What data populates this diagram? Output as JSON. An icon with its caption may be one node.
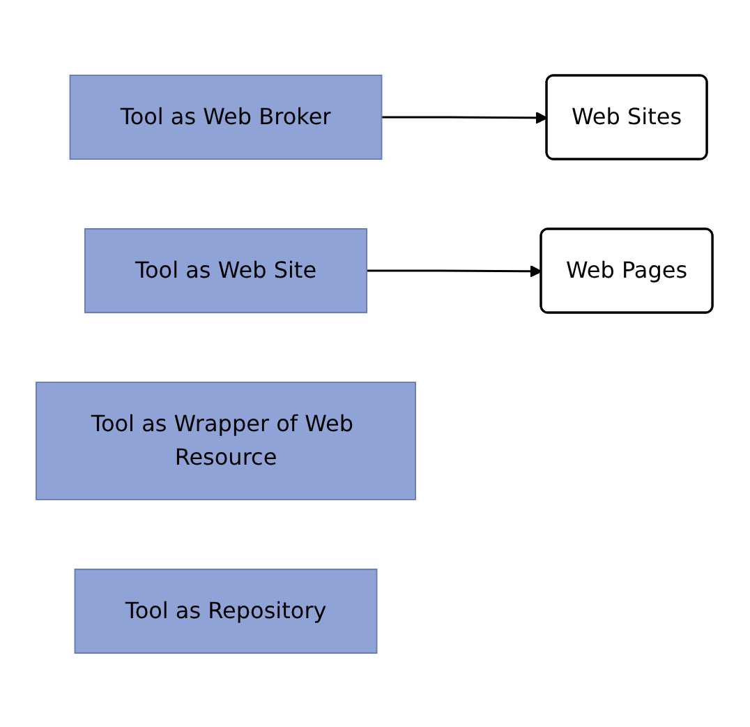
{
  "diagram": {
    "nodes": [
      {
        "text": [
          "Tool as Web Broker"
        ]
      },
      {
        "text": [
          "Web Sites"
        ]
      },
      {
        "text": [
          "Tool as Web Site"
        ]
      },
      {
        "text": [
          "Web Pages"
        ]
      },
      {
        "text": [
          "Tool as Wrapper of Web Resource"
        ]
      },
      {
        "text": [
          "Tool as Repository"
        ]
      }
    ],
    "edges": [
      {
        "from": 0,
        "to": 1,
        "arrow": "to"
      },
      {
        "from": 2,
        "to": 3,
        "arrow": "to"
      }
    ]
  }
}
